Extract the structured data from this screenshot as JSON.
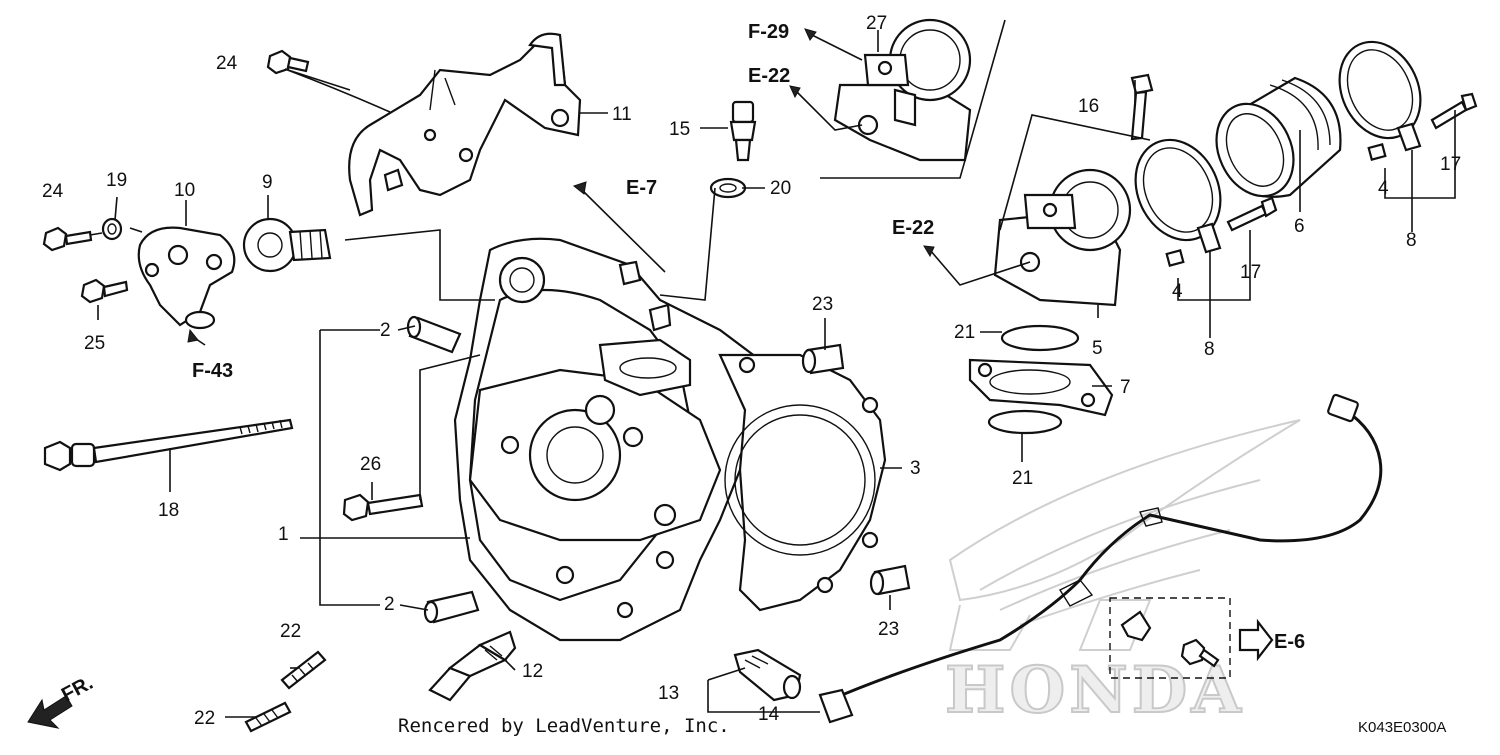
{
  "diagram": {
    "callouts": {
      "c1": "1",
      "c2a": "2",
      "c2b": "2",
      "c3": "3",
      "c4a": "4",
      "c4b": "4",
      "c5": "5",
      "c6": "6",
      "c7": "7",
      "c8a": "8",
      "c8b": "8",
      "c9": "9",
      "c10": "10",
      "c11": "11",
      "c12": "12",
      "c13": "13",
      "c14": "14",
      "c15": "15",
      "c16": "16",
      "c17a": "17",
      "c17b": "17",
      "c18": "18",
      "c19": "19",
      "c20": "20",
      "c21a": "21",
      "c21b": "21",
      "c22a": "22",
      "c22b": "22",
      "c23a": "23",
      "c23b": "23",
      "c24a": "24",
      "c24b": "24",
      "c25": "25",
      "c26": "26",
      "c27": "27"
    },
    "refs": {
      "f29": "F-29",
      "e22a": "E-22",
      "e22b": "E-22",
      "e7": "E-7",
      "f43": "F-43",
      "e6": "E-6"
    },
    "direction_label": "FR.",
    "watermark_text": "HONDA",
    "credit": "Rencered by LeadVenture, Inc.",
    "diagram_code": "K043E0300A"
  }
}
